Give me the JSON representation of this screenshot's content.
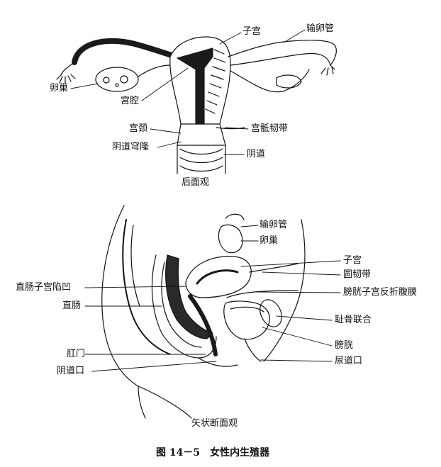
{
  "top_view": {
    "caption": "后面观",
    "labels": {
      "uterus": "子宫",
      "fallopian_tube": "输卵管",
      "ovary": "卵巢",
      "uterine_cavity": "宫腔",
      "cervix": "宫颈",
      "uterosacral_ligament": "宫骶韧带",
      "vaginal_fornix": "阴道穹隆",
      "vagina": "阴道"
    }
  },
  "bottom_view": {
    "caption": "矢状断面观",
    "labels": {
      "fallopian_tube": "输卵管",
      "ovary": "卵巢",
      "uterus": "子宫",
      "round_ligament": "圆韧带",
      "rectouterine_pouch": "直肠子宫陷凹",
      "vesicouterine_fold": "膀胱子宫反折腹膜",
      "rectum": "直肠",
      "pubic_symphysis": "耻骨联合",
      "bladder": "膀胱",
      "anus": "肛门",
      "urethral_orifice": "尿道口",
      "vaginal_orifice": "阴道口"
    }
  },
  "figure_caption": "图 14－5　女性内生殖器",
  "colors": {
    "ink": "#111111",
    "fill": "#ffffff",
    "dark": "#1a1a1a"
  }
}
